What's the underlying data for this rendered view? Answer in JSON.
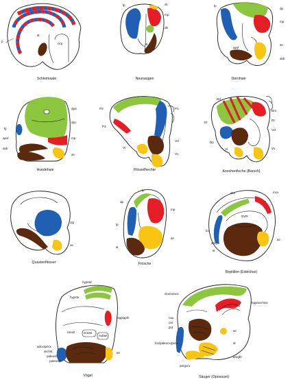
{
  "colors": {
    "blue": "#1f5fb4",
    "red": "#e51d25",
    "green": "#8cc63f",
    "brown": "#5b2a0e",
    "yellow": "#f7c512",
    "outline": "#1a1a1a"
  },
  "panels": [
    {
      "id": "schleimaale",
      "caption": "Schleimaale",
      "labels": {
        "p": "p",
        "st": "st",
        "ncp": "ncp"
      }
    },
    {
      "id": "neunaugen",
      "caption": "Neunaugen",
      "labels": {
        "lp": "lp",
        "dc": "dc",
        "mp": "mp",
        "db": "db",
        "st": "st"
      }
    },
    {
      "id": "dornhaie",
      "caption": "Dornhaie",
      "labels": {
        "lp": "lp",
        "dp": "dp",
        "mp": "mp",
        "apvl": "apvl",
        "se": "se",
        "asb": "asb"
      }
    },
    {
      "id": "hundehaie",
      "caption": "Hundehaie",
      "labels": {
        "dpa": "dpa",
        "dpc": "dpc",
        "lp": "lp",
        "apvl": "apvl",
        "mp": "mp",
        "asb": "asb",
        "se": "se"
      }
    },
    {
      "id": "floesselhechte",
      "caption": "Flösselhechte",
      "labels": {
        "P2": "P2",
        "P1": "P1",
        "P3": "P3",
        "Vd": "Vd",
        "Vl": "Vl",
        "Vv": "Vv"
      }
    },
    {
      "id": "knochenfische",
      "caption": "Knochenfische (Barsch)",
      "labels": {
        "Dd": "Dd",
        "Dm": "Dm",
        "Dl": "Dl",
        "Dc": "Dc",
        "Vd": "Vd",
        "Dp": "Dp",
        "Vl": "Vl",
        "Vv": "Vv"
      }
    },
    {
      "id": "quastenflosser",
      "caption": "Quastenflosser",
      "labels": {
        "olp": "olp",
        "se": "se"
      }
    },
    {
      "id": "froesche",
      "caption": "Frösche",
      "labels": {
        "lp": "lp",
        "dp": "dp",
        "mp": "mp",
        "lp2": "lp",
        "se": "se",
        "st": "st"
      }
    },
    {
      "id": "reptilien",
      "caption": "Reptilien (Eidechse)",
      "labels": {
        "dcx": "dcx",
        "mcx": "mcx",
        "DVR": "DVR",
        "lcx": "lcx",
        "se": "se",
        "amg": "amg",
        "st": "st"
      }
    },
    {
      "id": "voegel",
      "caption": "Vögel",
      "labels": {
        "hypstd": "hypstd",
        "hypstv": "hypstv",
        "hippiapih": "hippiapih",
        "neost": "neost",
        "ectost": "ectost",
        "nubas": "nubas",
        "adcx": "adcx/pircx",
        "archst": "archst",
        "paleost": "paleost",
        "paleoslp": "paleoslp",
        "se": "se"
      }
    },
    {
      "id": "saeuger",
      "caption": "Säuger (Opossum)",
      "labels": {
        "dcx": "dcx/neocx",
        "hipp": "hipp/archicx",
        "cau": "cau",
        "cai": "cai",
        "put": "put",
        "se": "se",
        "lcx": "lcx/paleocx/pircx",
        "st": "st",
        "amgbl": "amgbl",
        "amgcm": "amgcm"
      }
    }
  ]
}
